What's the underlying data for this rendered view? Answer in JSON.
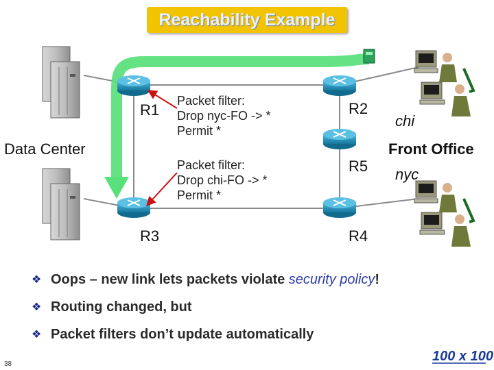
{
  "title": "Reachability Example",
  "labels": {
    "r1": "R1",
    "r2": "R2",
    "r3": "R3",
    "r4": "R4",
    "r5": "R5",
    "data_center": "Data Center",
    "front_office": "Front Office",
    "chi": "chi",
    "nyc": "nyc"
  },
  "filters": {
    "r1": [
      "Packet filter:",
      "Drop nyc-FO -> *",
      "Permit *"
    ],
    "r3": [
      "Packet filter:",
      "Drop chi-FO -> *",
      "Permit *"
    ]
  },
  "bullets": {
    "b1_pre": "Oops – new link lets packets violate ",
    "b1_em": "security policy",
    "b1_post": "!",
    "b2": "Routing changed, but",
    "b3": "Packet filters don’t update automatically"
  },
  "page_number": "38",
  "logo_text": "100 x 100",
  "colors": {
    "title_bg": "#f2c400",
    "router_blue": "#1f8fb8",
    "path_green": "#58e07a",
    "filter_arrow": "#cc1111",
    "link_gray": "#8a8a8a"
  },
  "icons": [
    "server-icon",
    "router-icon",
    "workstation-icon",
    "firewall-icon",
    "logo-icon"
  ]
}
